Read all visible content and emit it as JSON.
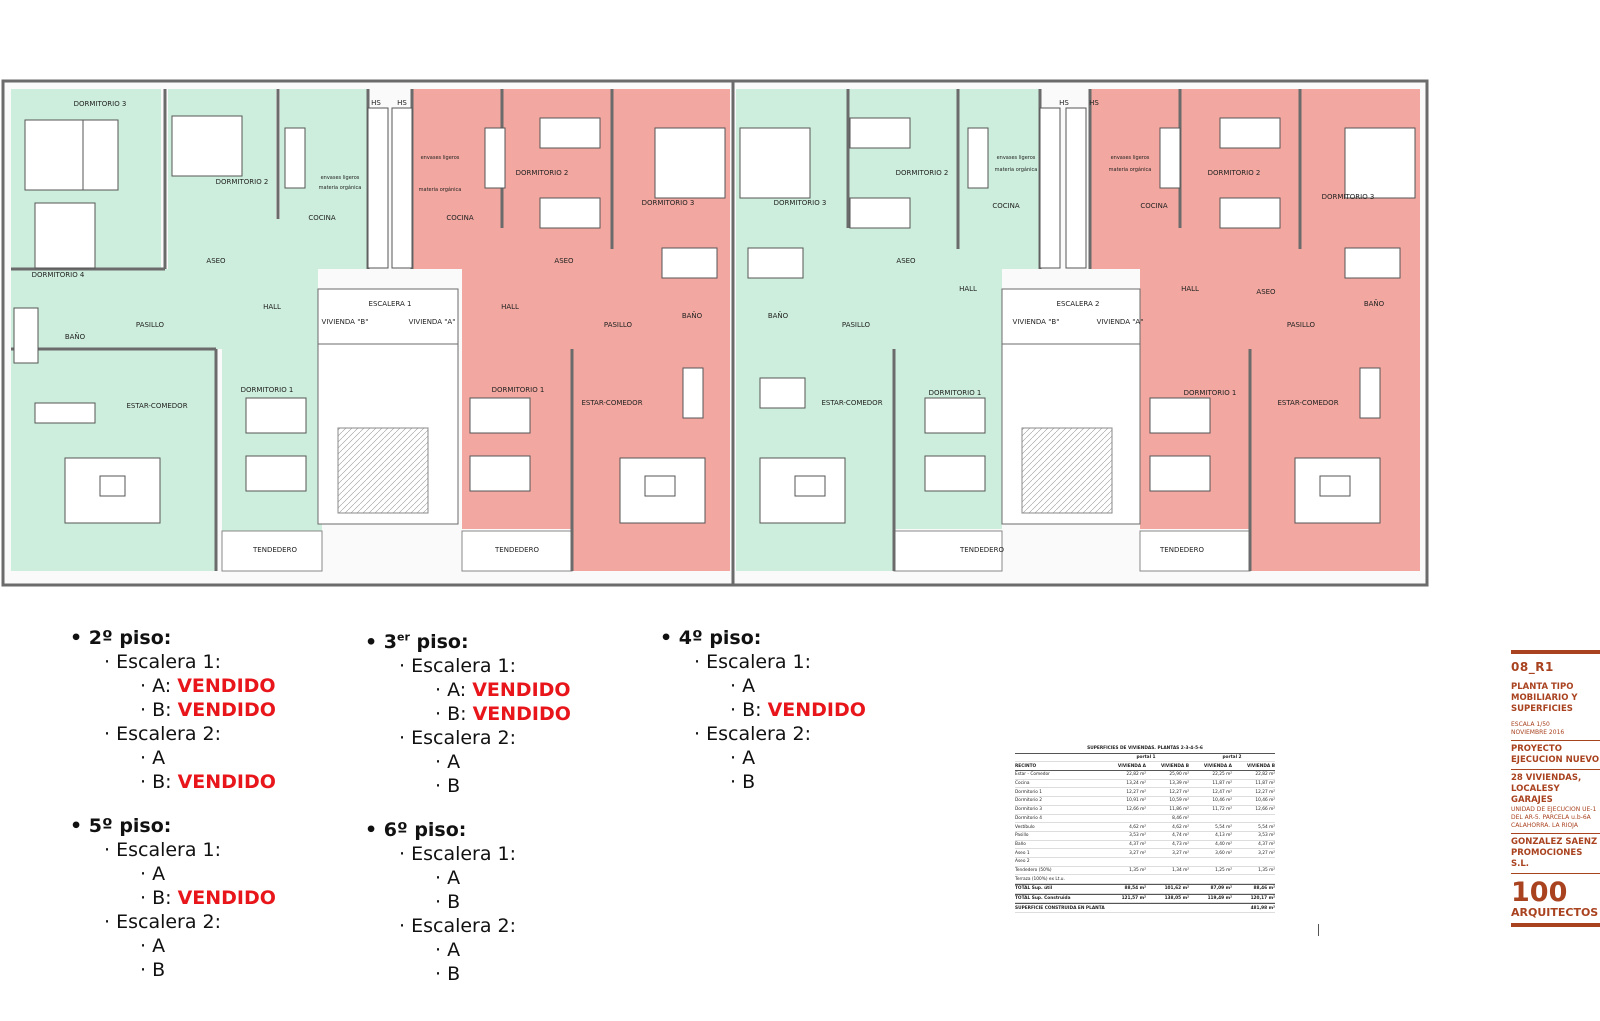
{
  "plan": {
    "rooms": {
      "dormitorio3": "DORMITORIO 3",
      "dormitorio2": "DORMITORIO 2",
      "dormitorio4": "DORMITORIO 4",
      "dormitorio1": "DORMITORIO 1",
      "cocina": "COCINA",
      "aseo": "ASEO",
      "hall": "HALL",
      "pasillo": "PASILLO",
      "bano": "BAÑO",
      "estar": "ESTAR-COMEDOR",
      "tendedero": "TENDEDERO",
      "escalera1": "ESCALERA 1",
      "escalera2": "ESCALERA 2",
      "viviendaA": "VIVIENDA \"A\"",
      "viviendaB": "VIVIENDA \"B\"",
      "hs": "HS",
      "envases": "envases ligeros",
      "organica": "materia orgánica"
    },
    "colors": {
      "green": "#cdeedd",
      "red": "#f2a8a0",
      "wall": "#6b6b6b"
    }
  },
  "floors": [
    {
      "label": "2º piso:",
      "esc": [
        {
          "name": "Escalera 1:",
          "units": [
            {
              "u": "A:",
              "s": "VENDIDO"
            },
            {
              "u": "B:",
              "s": "VENDIDO"
            }
          ]
        },
        {
          "name": "Escalera 2:",
          "units": [
            {
              "u": "A",
              "s": ""
            },
            {
              "u": "B:",
              "s": "VENDIDO"
            }
          ]
        }
      ]
    },
    {
      "label": "5º piso:",
      "esc": [
        {
          "name": "Escalera 1:",
          "units": [
            {
              "u": "A",
              "s": ""
            },
            {
              "u": "B:",
              "s": "VENDIDO"
            }
          ]
        },
        {
          "name": "Escalera 2:",
          "units": [
            {
              "u": "A",
              "s": ""
            },
            {
              "u": "B",
              "s": ""
            }
          ]
        }
      ]
    },
    {
      "label": "3er piso:",
      "esc": [
        {
          "name": "Escalera 1:",
          "units": [
            {
              "u": "A:",
              "s": "VENDIDO"
            },
            {
              "u": "B:",
              "s": "VENDIDO"
            }
          ]
        },
        {
          "name": "Escalera 2:",
          "units": [
            {
              "u": "A",
              "s": ""
            },
            {
              "u": "B",
              "s": ""
            }
          ]
        }
      ]
    },
    {
      "label": "6º piso:",
      "esc": [
        {
          "name": "Escalera 1:",
          "units": [
            {
              "u": "A",
              "s": ""
            },
            {
              "u": "B",
              "s": ""
            }
          ]
        },
        {
          "name": "Escalera 2:",
          "units": [
            {
              "u": "A",
              "s": ""
            },
            {
              "u": "B",
              "s": ""
            }
          ]
        }
      ]
    },
    {
      "label": "4º piso:",
      "esc": [
        {
          "name": "Escalera 1:",
          "units": [
            {
              "u": "A",
              "s": ""
            },
            {
              "u": "B:",
              "s": "VENDIDO"
            }
          ]
        },
        {
          "name": "Escalera 2:",
          "units": [
            {
              "u": "A",
              "s": ""
            },
            {
              "u": "B",
              "s": ""
            }
          ]
        }
      ]
    }
  ],
  "table": {
    "title": "SUPERFICIES DE VIVIENDAS. PLANTAS 2-3-4-5-6",
    "portal1": "portal 1",
    "portal2": "portal 2",
    "headers": [
      "RECINTO",
      "VIVIENDA A",
      "VIVIENDA B",
      "VIVIENDA A",
      "VIVIENDA B"
    ],
    "rows": [
      [
        "Estar - Comedor",
        "22,82 m²",
        "25,90 m²",
        "22,25 m²",
        "22,82 m²"
      ],
      [
        "Cocina",
        "13,24 m²",
        "13,39 m²",
        "11,87 m²",
        "11,87 m²"
      ],
      [
        "Dormitorio 1",
        "12,27 m²",
        "12,27 m²",
        "12,47 m²",
        "12,27 m²"
      ],
      [
        "Dormitorio 2",
        "10,91 m²",
        "10,59 m²",
        "10,46 m²",
        "10,46 m²"
      ],
      [
        "Dormitorio 3",
        "12,66 m²",
        "11,86 m²",
        "11,72 m²",
        "12,66 m²"
      ],
      [
        "Dormitorio 4",
        "",
        "8,46 m²",
        "",
        ""
      ],
      [
        "Vestíbulo",
        "4,62 m²",
        "4,62 m²",
        "5,54 m²",
        "5,54 m²"
      ],
      [
        "Pasillo",
        "3,53 m²",
        "4,74 m²",
        "4,13 m²",
        "3,53 m²"
      ],
      [
        "Baño",
        "4,37 m²",
        "4,73 m²",
        "4,40 m²",
        "4,37 m²"
      ],
      [
        "Aseo 1",
        "3,27 m²",
        "3,27 m²",
        "3,60 m²",
        "3,27 m²"
      ],
      [
        "Aseo 2",
        "",
        "",
        "",
        ""
      ],
      [
        "Tendedero (50%)",
        "1,35 m²",
        "1,34 m²",
        "1,25 m²",
        "1,35 m²"
      ],
      [
        "Terraza (100%) ex Lt.u.",
        "",
        "",
        "",
        ""
      ],
      [
        "TOTAL Sup. útil",
        "88,54 m²",
        "101,62 m²",
        "87,09 m²",
        "88,46 m²"
      ]
    ],
    "total_built": [
      "TOTAL Sup. Construida",
      "121,57 m²",
      "138,05 m²",
      "119,49 m²",
      "120,17 m²"
    ],
    "plant_label": "SUPERFICIE CONSTRUIDA EN PLANTA",
    "plant_value": "481,98 m²"
  },
  "titleblock": {
    "code": "08_R1",
    "title": "PLANTA TIPO MOBILIARIO Y SUPERFICIES",
    "scale": "ESCALA 1/50",
    "date": "NOVIEMBRE 2016",
    "project": "PROYECTO EJECUCION NUEVO",
    "desc": "28 VIVIENDAS, LOCALESY GARAJES",
    "loc1": "UNIDAD DE EJECUCION UE-1",
    "loc2": "DEL AR-5. PARCELA u.b-6A",
    "loc3": "CALAHORRA. LA RIOJA",
    "client": "GONZALEZ SAENZ PROMOCIONES S.L.",
    "studio_num": "100",
    "studio_name": "ARQUITECTOS"
  }
}
